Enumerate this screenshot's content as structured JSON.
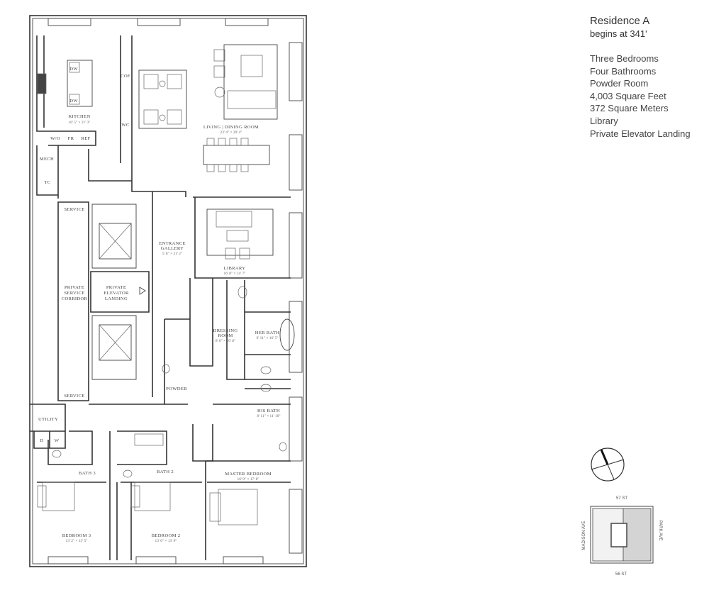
{
  "residence": {
    "title": "Residence A",
    "subtitle": "begins at 341'",
    "features": [
      "Three Bedrooms",
      "Four Bathrooms",
      "Powder Room",
      "4,003 Square Feet",
      "372 Square Meters",
      "Library",
      "Private Elevator Landing"
    ]
  },
  "rooms": {
    "kitchen": {
      "name": "KITCHEN",
      "dims": "16' 5\" × 21' 3\""
    },
    "living": {
      "name": "LIVING | DINING ROOM",
      "dims": "23' 4\" × 29' 4\""
    },
    "library": {
      "name": "LIBRARY",
      "dims": "16' 8\" × 14' 7\""
    },
    "entrance": {
      "name1": "ENTRANCE",
      "name2": "GALLERY",
      "dims": "5' 8\" × 21' 2\""
    },
    "dressing": {
      "name1": "DRESSING",
      "name2": "ROOM",
      "dims": "8' 0\" × 10' 8\""
    },
    "her_bath": {
      "name": "HER BATH",
      "dims": "9' 11\" × 16' 5\""
    },
    "his_bath": {
      "name": "HIS BATH",
      "dims": "8' 11\" × 11' 10\""
    },
    "master": {
      "name": "MASTER BEDROOM",
      "dims": "16' 9\" × 17' 8\""
    },
    "bedroom3": {
      "name": "BEDROOM 3",
      "dims": "13' 2\" × 13' 5\""
    },
    "bedroom2": {
      "name": "BEDROOM 2",
      "dims": "13' 0\" × 13' 9\""
    },
    "bath3": "BATH 3",
    "bath2": "BATH 2",
    "powder": "POWDER",
    "utility": "UTILITY",
    "mech": "MECH",
    "tc": "TC",
    "service_top": "SERVICE",
    "service_bottom": "SERVICE",
    "corridor": {
      "l1": "PRIVATE",
      "l2": "SERVICE",
      "l3": "CORRIDOR"
    },
    "landing": {
      "l1": "PRIVATE",
      "l2": "ELEVATOR",
      "l3": "LANDING"
    },
    "cof": "COF",
    "wc": "WC",
    "wo": "W/O",
    "fr": "FR",
    "ref": "REF",
    "dw1": "DW",
    "dw2": "DW",
    "dryer": "D",
    "washer": "W"
  },
  "site_map": {
    "north": "57 ST",
    "south": "56 ST",
    "west": "MADISON AVE",
    "east": "PARK AVE"
  }
}
